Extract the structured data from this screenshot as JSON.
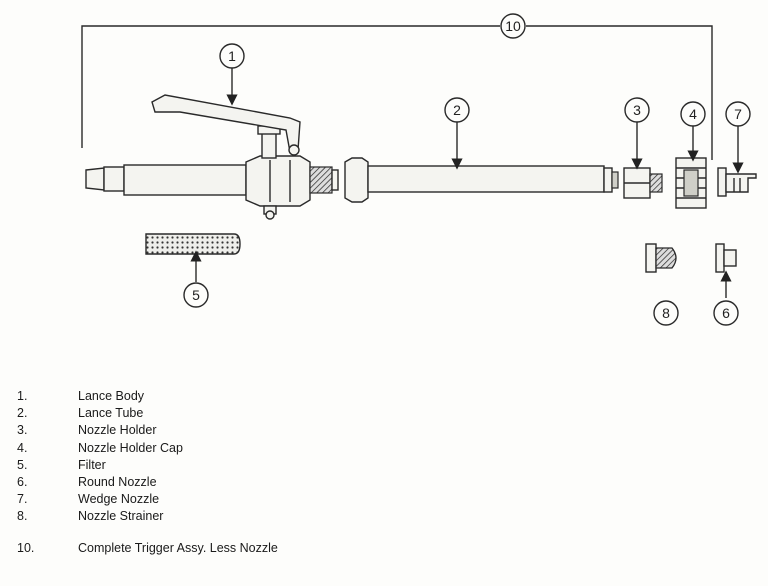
{
  "callouts": {
    "c1": "1",
    "c2": "2",
    "c3": "3",
    "c4": "4",
    "c5": "5",
    "c6": "6",
    "c7": "7",
    "c8": "8",
    "c10": "10"
  },
  "legend": {
    "items": [
      {
        "num": "1.",
        "label": "Lance Body"
      },
      {
        "num": "2.",
        "label": "Lance Tube"
      },
      {
        "num": "3.",
        "label": "Nozzle Holder"
      },
      {
        "num": "4.",
        "label": "Nozzle Holder Cap"
      },
      {
        "num": "5.",
        "label": "Filter"
      },
      {
        "num": "6.",
        "label": "Round Nozzle"
      },
      {
        "num": "7.",
        "label": "Wedge Nozzle"
      },
      {
        "num": "8.",
        "label": "Nozzle Strainer"
      }
    ],
    "assembly": {
      "num": "10.",
      "label": "Complete Trigger Assy. Less Nozzle"
    }
  }
}
